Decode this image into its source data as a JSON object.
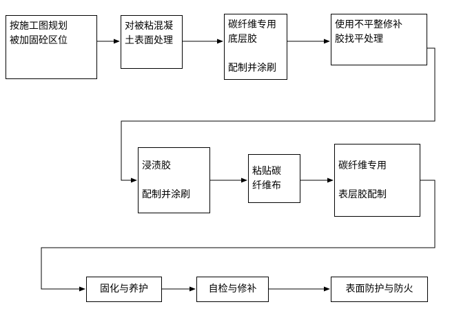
{
  "diagram": {
    "type": "flowchart",
    "colors": {
      "line": "#000000",
      "box_border": "#000000",
      "background": "#ffffff",
      "text": "#000000"
    },
    "boxes": [
      {
        "id": "plan-region",
        "text": "按施工图规划\n被加固砼区位"
      },
      {
        "id": "surface-treatment",
        "text": "对被粘混凝\n土表面处理"
      },
      {
        "id": "primer-adhesive",
        "text": "碳纤维专用\n底层胶\n\n配制并涂刷"
      },
      {
        "id": "leveling-repair",
        "text": "使用不平整修补\n胶找平处理"
      },
      {
        "id": "impregnation-glue",
        "text": "浸渍胶\n\n配制并涂刷"
      },
      {
        "id": "paste-carbon-fiber",
        "text": "粘贴碳\n纤维布"
      },
      {
        "id": "top-coat-adhesive",
        "text": "碳纤维专用\n\n表层胶配制"
      },
      {
        "id": "curing",
        "text": "固化与养护"
      },
      {
        "id": "self-inspection",
        "text": "自检与修补"
      },
      {
        "id": "surface-protection",
        "text": "表面防护与防火"
      }
    ],
    "edges": [
      [
        "plan-region",
        "surface-treatment"
      ],
      [
        "surface-treatment",
        "primer-adhesive"
      ],
      [
        "primer-adhesive",
        "leveling-repair"
      ],
      [
        "leveling-repair",
        "impregnation-glue"
      ],
      [
        "impregnation-glue",
        "paste-carbon-fiber"
      ],
      [
        "paste-carbon-fiber",
        "top-coat-adhesive"
      ],
      [
        "top-coat-adhesive",
        "curing"
      ],
      [
        "curing",
        "self-inspection"
      ],
      [
        "self-inspection",
        "surface-protection"
      ]
    ]
  }
}
